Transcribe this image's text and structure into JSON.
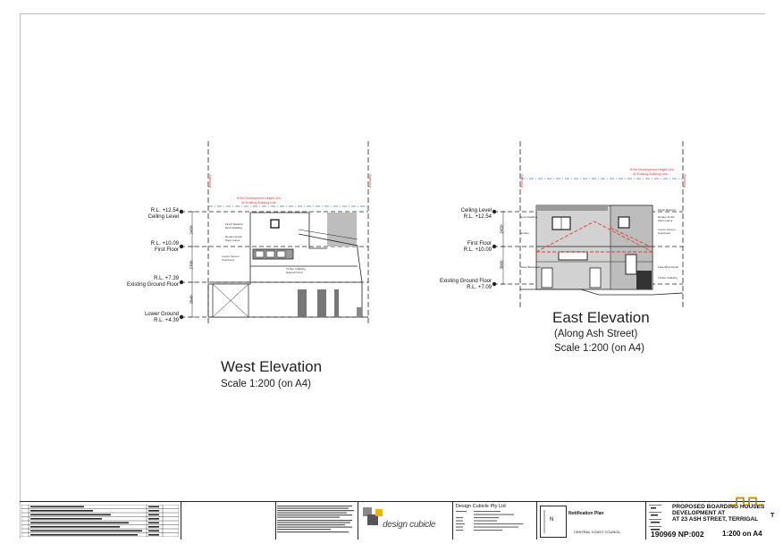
{
  "west": {
    "title": "West Elevation",
    "scale": "Scale 1:200 (on A4)",
    "levels": [
      {
        "rl": "R.L. +12.54",
        "name": "Ceiling Level"
      },
      {
        "rl": "R.L. +10.09",
        "name": "First Floor"
      },
      {
        "rl": "R.L. +7.39",
        "name": "Existing Ground Floor"
      },
      {
        "rl": "Lower Ground",
        "name": "R.L. +4.39"
      }
    ],
    "dims": [
      "2450",
      "2700",
      "2840"
    ]
  },
  "east": {
    "title": "East Elevation",
    "street": "(Along Ash Street)",
    "scale": "Scale 1:200 (on A4)",
    "levels": [
      {
        "rl": "R.L. +12.54",
        "name": "Ceiling Level"
      },
      {
        "rl": "R.L. +10.09",
        "name": "First Floor"
      },
      {
        "rl": "R.L. +7.09",
        "name": "Existing Ground Floor"
      }
    ],
    "dims": [
      "2450",
      "3000"
    ]
  },
  "title_block": {
    "company": "Design Cubicle Pty Ltd",
    "logo_text": "design cubicle",
    "drawing_title": "Notification Plan",
    "council": "CENTRAL COAST COUNCIL",
    "project_line1": "PROPOSED BOARDING HOUSES",
    "project_line2": "DEVELOPMENT AT",
    "project_line3": "AT 23 ASH STREET, TERRIGAL",
    "drawing_no": "190969 NP:002",
    "scale": "1:200 on A4",
    "revision": "T",
    "north_label": "N"
  },
  "colors": {
    "red": "#e23b3b",
    "blue": "#3a78c8",
    "grey_fill": "#bdbdbd",
    "dark": "#222222"
  }
}
